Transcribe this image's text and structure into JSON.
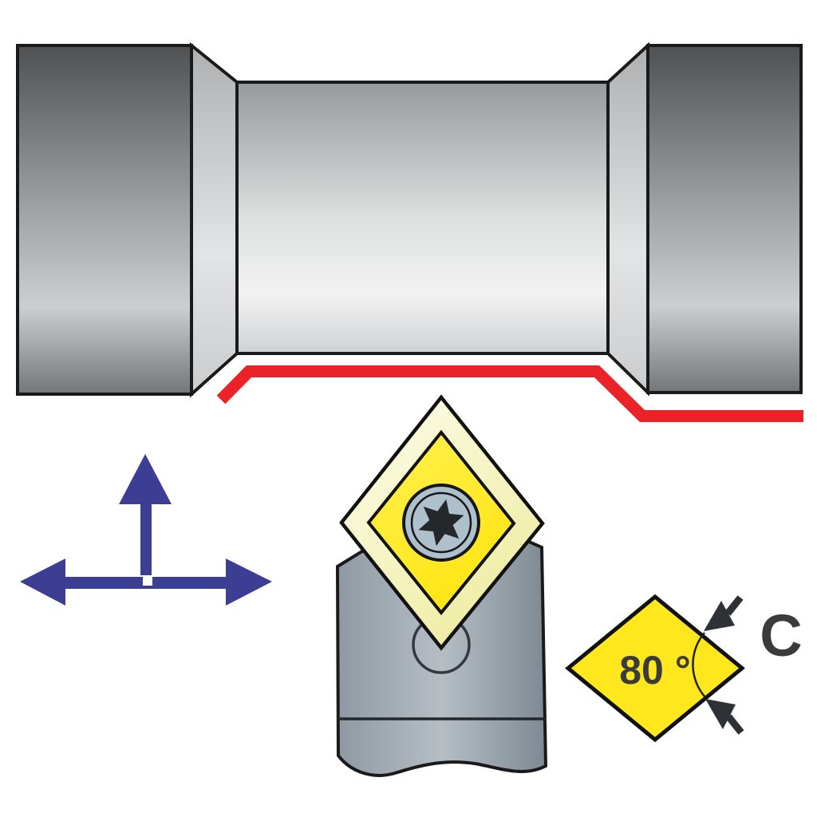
{
  "diagram": {
    "type": "turning-insert-application-diagram",
    "labels": {
      "insert_angle": "80 °",
      "insert_shape_code": "C"
    },
    "icons": {
      "feed_direction": "feed-direction-arrows-icon",
      "torx_screw": "torx-screw-icon",
      "angle_arrow_top": "angle-arrow-top-icon",
      "angle_arrow_bottom": "angle-arrow-bottom-icon"
    },
    "colors": {
      "toolpath_red": "#EB2228",
      "arrow_blue": "#3B3E92",
      "insert_yellow": "#FFE71E",
      "label_dark": "#3B3B3C",
      "angle_arrow_dark": "#2E3135",
      "outline_black": "#1A1A1A",
      "screw_head_gray": "#AEC0CB",
      "screw_star_dark": "#25282B"
    }
  }
}
